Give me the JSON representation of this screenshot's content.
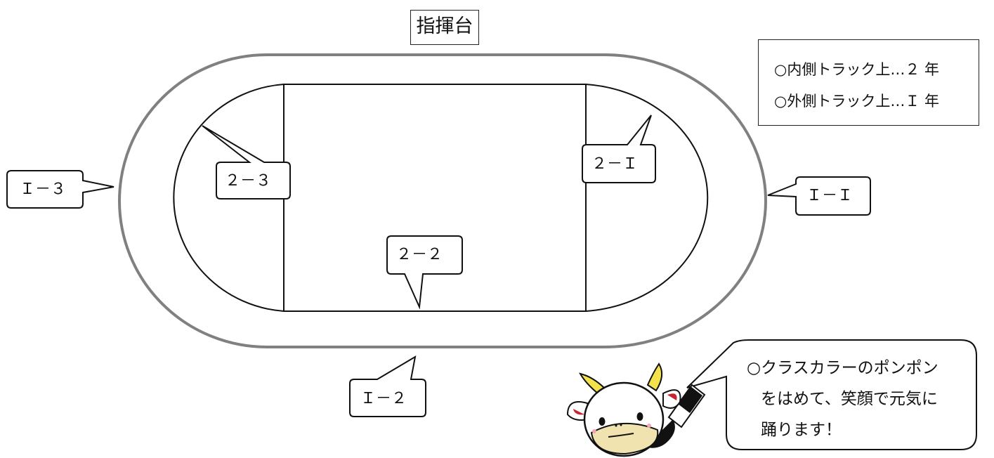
{
  "podium": {
    "label": "指揮台"
  },
  "legend": {
    "inner": "○内側トラック上…２ 年",
    "outer": "○外側トラック上…Ｉ 年"
  },
  "positions": {
    "p1_1": "Ｉ－Ｉ",
    "p1_2": "Ｉ－２",
    "p1_3": "Ｉ－３",
    "p2_1": "２－Ｉ",
    "p2_2": "２－２",
    "p2_3": "２－３"
  },
  "speech": {
    "line1": "○クラスカラーのポンポン",
    "line2": "をはめて、笑顔で元気に",
    "line3": "踊ります！"
  },
  "colors": {
    "track_outer": "#808080",
    "line": "#111111"
  },
  "icons": {
    "mascot": "cow-mascot-icon"
  }
}
